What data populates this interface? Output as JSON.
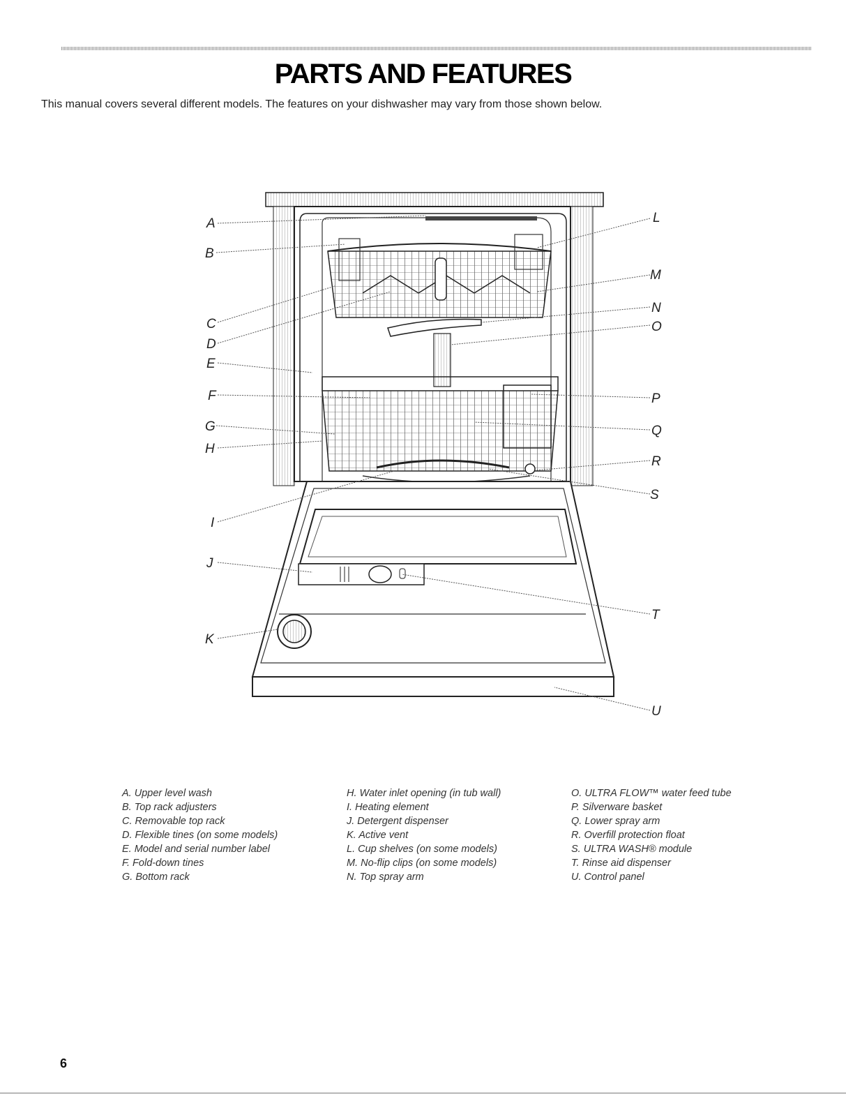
{
  "header": {
    "title": "PARTS AND FEATURES",
    "intro": "This manual covers several different models. The features on your dishwasher may vary from those shown below."
  },
  "diagram": {
    "callouts": [
      "A",
      "B",
      "C",
      "D",
      "E",
      "F",
      "G",
      "H",
      "I",
      "J",
      "K",
      "L",
      "M",
      "N",
      "O",
      "P",
      "Q",
      "R",
      "S",
      "T",
      "U"
    ]
  },
  "legend": {
    "col1": [
      "A. Upper level wash",
      "B. Top rack adjusters",
      "C. Removable top rack",
      "D. Flexible tines (on some models)",
      "E. Model and serial number label",
      "F. Fold-down tines",
      "G. Bottom rack"
    ],
    "col2": [
      "H. Water inlet opening (in tub wall)",
      "I. Heating element",
      "J. Detergent dispenser",
      "K. Active vent",
      "L. Cup shelves (on some models)",
      "M. No-flip clips (on some models)",
      "N. Top spray arm"
    ],
    "col3": [
      "O. ULTRA FLOW™ water feed tube",
      "P. Silverware basket",
      "Q. Lower spray arm",
      "R. Overfill protection float",
      "S. ULTRA WASH® module",
      "T. Rinse aid dispenser",
      "U. Control panel"
    ]
  },
  "footer": {
    "page_number": "6"
  }
}
